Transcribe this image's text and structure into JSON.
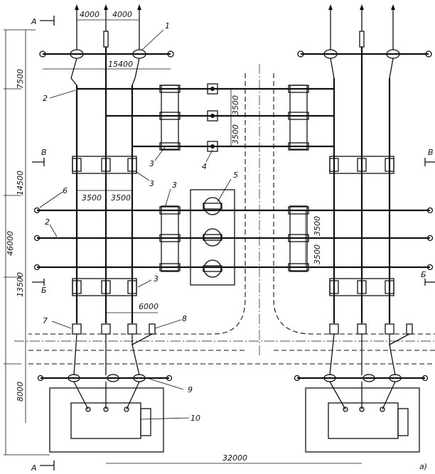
{
  "dimensions": {
    "d_4000_left": "4000",
    "d_4000_right": "4000",
    "d_15400": "15400",
    "d_7500": "7500",
    "d_14500": "14500",
    "d_46000": "46000",
    "d_13500": "13500",
    "d_8000": "8000",
    "d_3500_a": "3500",
    "d_3500_b": "3500",
    "d_3500_c": "3500",
    "d_3500_d": "3500",
    "d_3500_e": "3500",
    "d_3500_f": "3500",
    "d_6000": "6000",
    "d_32000": "32000"
  },
  "callouts": [
    "1",
    "2",
    "3",
    "3",
    "4",
    "5",
    "6",
    "2",
    "3",
    "3",
    "7",
    "8",
    "9",
    "10"
  ],
  "sections": {
    "a_top": "A",
    "a_bottom": "A",
    "v_left": "В",
    "v_right": "В",
    "b_left": "Б",
    "b_right": "Б"
  },
  "caption": "а)"
}
